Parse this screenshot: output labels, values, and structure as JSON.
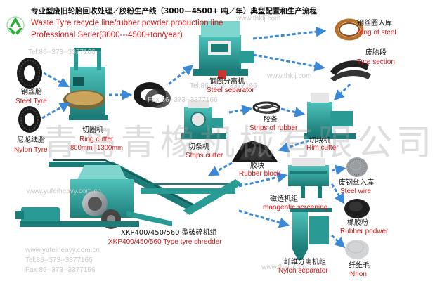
{
  "header": {
    "title_cn": "专业型废旧轮胎回收处理／胶粉生产线（3000—4500+ 吨／年）典型配置和生产流程",
    "title_en_1": "Waste Tyre recycle line/rubber powder production line",
    "title_en_2": "Professional Serier(3000---4500+ton/year)"
  },
  "watermark": {
    "company_cn": "青岛青橡机械有限公司",
    "url": "www.thklj.com",
    "url2": "www.yufeiheavy.com.cn",
    "tel": "Tel:86--373--3377166",
    "fax": "Fax:86--373--3377166"
  },
  "nodes": {
    "steel_tyre": {
      "cn": "钢丝胎",
      "en": "Steel Tyre"
    },
    "nylon_tyre": {
      "cn": "尼龙线胎",
      "en": "Nylon Tyre"
    },
    "ring_cutter": {
      "cn": "切圈机",
      "en": "Ring cutter",
      "spec": "800mm--1300mm"
    },
    "steel_separator": {
      "cn": "钢圈分离机",
      "en": "Steel separator"
    },
    "ring_of_steel": {
      "cn": "钢丝圈入库",
      "en": "Ring of steel"
    },
    "tyre_section": {
      "cn": "废胎段",
      "en": "Tyre section"
    },
    "strips_cutter": {
      "cn": "切条机",
      "en": "Strips cutter"
    },
    "strips_of_rubber": {
      "cn": "胶条",
      "en": "Strips of rubber"
    },
    "rim_cutter": {
      "cn": "切块机",
      "en": "Rim cutter"
    },
    "rubber_block": {
      "cn": "胶块",
      "en": "Rubber block"
    },
    "magnetic": {
      "cn": "磁选机组",
      "en": "mangentic screening"
    },
    "steel_wire": {
      "cn": "废钢丝入库",
      "en": "Steel wire"
    },
    "rubber_powder": {
      "cn": "橡胶粉",
      "en": "Rubber podwer"
    },
    "shredder": {
      "cn": "XKP400/450/560 型破碎机组",
      "en": "XKP400/450/560 Type tyre shredder"
    },
    "nylon_separator": {
      "cn": "纤维分离机组",
      "en": "Nylon separator"
    },
    "nylon": {
      "cn": "纤维毛",
      "en": "Nrlon"
    }
  },
  "colors": {
    "arrow": "#3a88d8",
    "machine": "#2a9a94",
    "red_label": "#d51515",
    "blue_label": "#1a3aa8",
    "recycle": "#2fae3c"
  }
}
